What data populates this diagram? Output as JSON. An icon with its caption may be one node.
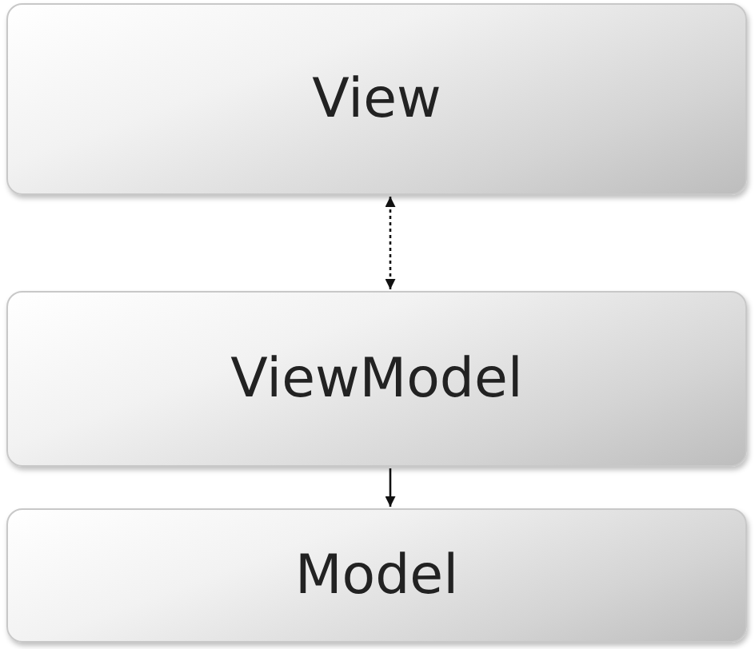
{
  "diagram": {
    "nodes": [
      {
        "text": [
          "View"
        ]
      },
      {
        "text": [
          "ViewModel"
        ]
      },
      {
        "text": [
          "Model"
        ]
      }
    ],
    "edges": [
      {
        "from": 0,
        "to": 1,
        "arrow": "both",
        "style": "dashed"
      },
      {
        "from": 1,
        "to": 2,
        "arrow": "to"
      }
    ]
  }
}
